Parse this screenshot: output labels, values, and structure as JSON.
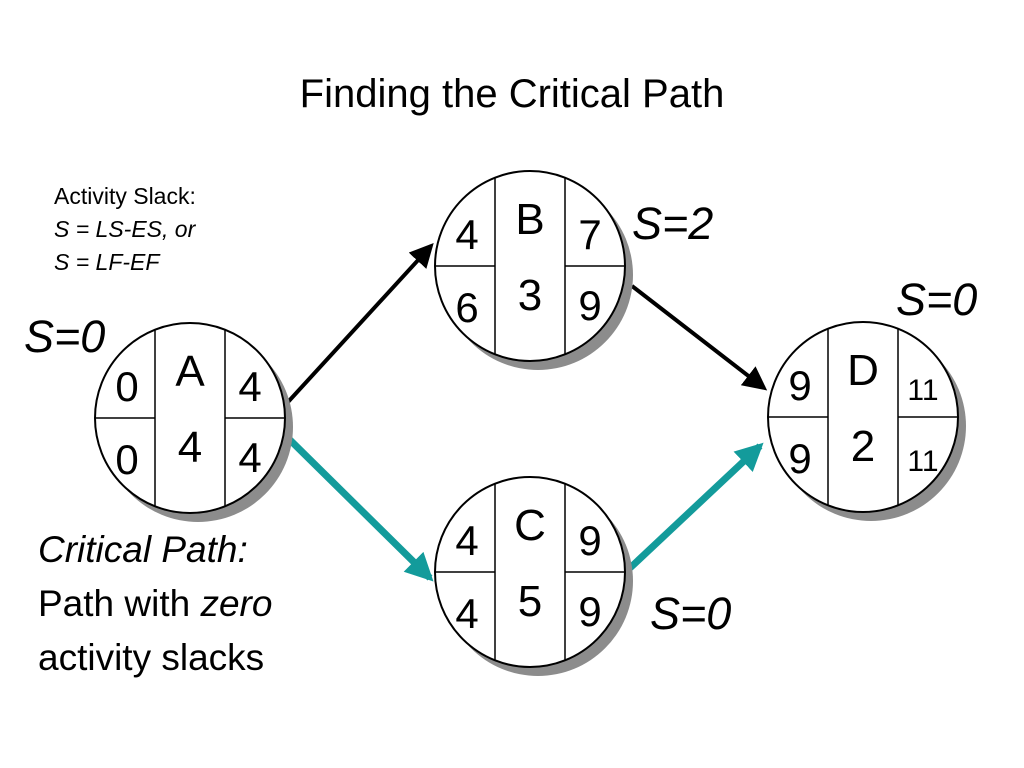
{
  "title": "Finding the Critical Path",
  "slack_definition": {
    "heading": "Activity Slack:",
    "formula1": "S = LS-ES, or",
    "formula2": "S = LF-EF"
  },
  "critical_path_note": {
    "label": "Critical Path:",
    "line2_prefix": "Path with ",
    "line2_emph": "zero",
    "line3": "activity slacks"
  },
  "nodes": {
    "A": {
      "name": "A",
      "duration": "4",
      "es": "0",
      "ef": "4",
      "ls": "0",
      "lf": "4",
      "slack": "S=0"
    },
    "B": {
      "name": "B",
      "duration": "3",
      "es": "4",
      "ef": "7",
      "ls": "6",
      "lf": "9",
      "slack": "S=2"
    },
    "C": {
      "name": "C",
      "duration": "5",
      "es": "4",
      "ef": "9",
      "ls": "4",
      "lf": "9",
      "slack": "S=0"
    },
    "D": {
      "name": "D",
      "duration": "2",
      "es": "9",
      "ef": "11",
      "ls": "9",
      "lf": "11",
      "slack": "S=0"
    }
  },
  "edges": [
    {
      "from": "A",
      "to": "B",
      "critical": false
    },
    {
      "from": "A",
      "to": "C",
      "critical": true
    },
    {
      "from": "B",
      "to": "D",
      "critical": false
    },
    {
      "from": "C",
      "to": "D",
      "critical": true
    }
  ],
  "colors": {
    "critical": "#139b9b",
    "normal": "#000000",
    "shadow": "#8c8c8c"
  }
}
